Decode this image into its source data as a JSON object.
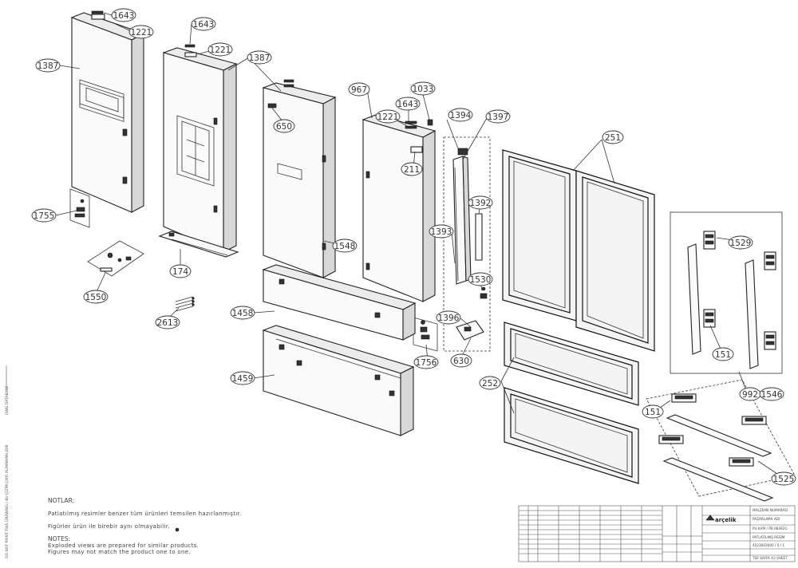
{
  "callouts": [
    {
      "id": "c1",
      "label": "1643"
    },
    {
      "id": "c2",
      "label": "1221"
    },
    {
      "id": "c3",
      "label": "1387"
    },
    {
      "id": "c4",
      "label": "1643"
    },
    {
      "id": "c5",
      "label": "1221"
    },
    {
      "id": "c6",
      "label": "1387"
    },
    {
      "id": "c7",
      "label": "967"
    },
    {
      "id": "c8",
      "label": "1033"
    },
    {
      "id": "c9",
      "label": "1643"
    },
    {
      "id": "c10",
      "label": "1221"
    },
    {
      "id": "c11",
      "label": "650"
    },
    {
      "id": "c12",
      "label": "1394"
    },
    {
      "id": "c13",
      "label": "1397"
    },
    {
      "id": "c14",
      "label": "211"
    },
    {
      "id": "c15",
      "label": "251"
    },
    {
      "id": "c16",
      "label": "1392"
    },
    {
      "id": "c17",
      "label": "1393"
    },
    {
      "id": "c18",
      "label": "1755"
    },
    {
      "id": "c19",
      "label": "1548"
    },
    {
      "id": "c20",
      "label": "174"
    },
    {
      "id": "c21",
      "label": "1550"
    },
    {
      "id": "c22",
      "label": "1529"
    },
    {
      "id": "c23",
      "label": "1530"
    },
    {
      "id": "c24",
      "label": "1458"
    },
    {
      "id": "c25",
      "label": "1396"
    },
    {
      "id": "c26",
      "label": "2613"
    },
    {
      "id": "c27",
      "label": "151"
    },
    {
      "id": "c28",
      "label": "630"
    },
    {
      "id": "c29",
      "label": "1756"
    },
    {
      "id": "c30",
      "label": "1459"
    },
    {
      "id": "c31",
      "label": "252"
    },
    {
      "id": "c32",
      "label": "992"
    },
    {
      "id": "c33",
      "label": "1546"
    },
    {
      "id": "c34",
      "label": "151"
    },
    {
      "id": "c35",
      "label": "1525"
    }
  ],
  "notes": {
    "heading_tr": "NOTLAR:",
    "line1": "Patlatılmış resimler benzer tüm ürünleri temsilen hazırlanmıştır.",
    "line2": "Figürler ürün ile birebir aynı olmayabilir.",
    "heading_en": "NOTES:",
    "line3": "Exploded views are prepared for similar products.",
    "line4": "Figures may not match the product one to one."
  },
  "title_block": {
    "brand": "arçelik",
    "r1": "MALZEME NUMARASI",
    "r2": "PAZARLAMA ADI",
    "r3": "PU KAPI / PB 08492G",
    "r4": "PATLATILMIŞ RESİM",
    "r5": "4523002600 / 0 / 1",
    "r6": "TSE SAYFA A3 SHEET"
  },
  "margin_text": {
    "left_top": "DWG DATABASE",
    "left_bottom": "DO NOT PRINT THIS DRAWING / BU ÇİZİM ÇIKTI ALINMAMALIDIR"
  }
}
